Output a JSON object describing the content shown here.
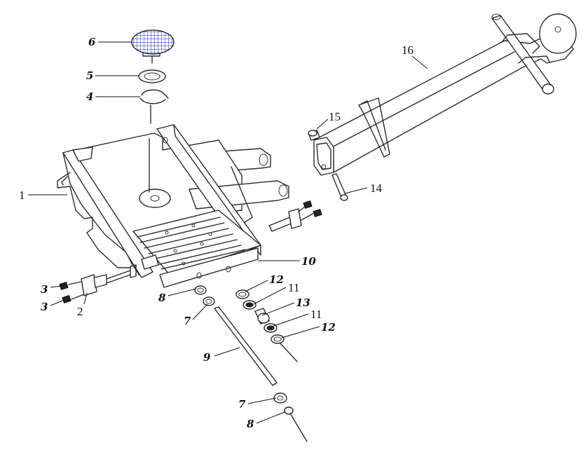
{
  "colors": {
    "line": "#2a2a2a",
    "grid_pad_fill": "#3a4bd6",
    "background": "#ffffff"
  },
  "callouts": {
    "c1": "1",
    "c2": "2",
    "c3a": "3",
    "c3b": "3",
    "c4": "4",
    "c5": "5",
    "c6": "6",
    "c7a": "7",
    "c7b": "7",
    "c8a": "8",
    "c8b": "8",
    "c9": "9",
    "c10": "10",
    "c11a": "11",
    "c11b": "11",
    "c12a": "12",
    "c12b": "12",
    "c13": "13",
    "c14": "14",
    "c15": "15",
    "c16": "16"
  }
}
